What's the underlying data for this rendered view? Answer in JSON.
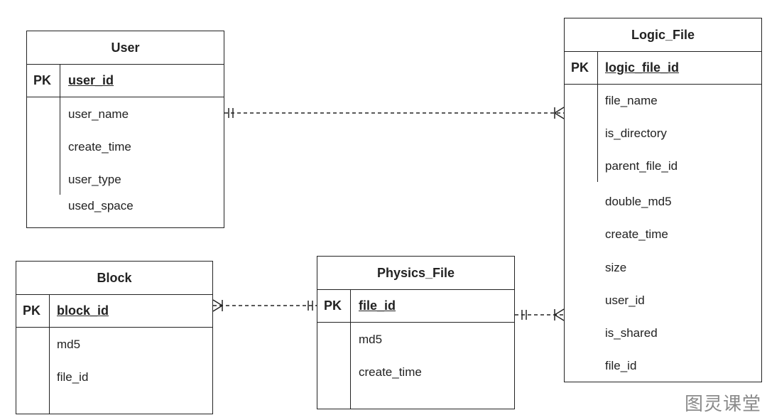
{
  "entities": {
    "user": {
      "title": "User",
      "pk_label": "PK",
      "pk_field": "user_id",
      "fields": [
        "user_name",
        "create_time",
        "user_type",
        "used_space"
      ]
    },
    "logic_file": {
      "title": "Logic_File",
      "pk_label": "PK",
      "pk_field": "logic_file_id",
      "fields": [
        "file_name",
        "is_directory",
        "parent_file_id",
        "double_md5",
        "create_time",
        "size",
        "user_id",
        "is_shared",
        "file_id"
      ]
    },
    "block": {
      "title": "Block",
      "pk_label": "PK",
      "pk_field": "block_id",
      "fields": [
        "md5",
        "file_id"
      ]
    },
    "physics_file": {
      "title": "Physics_File",
      "pk_label": "PK",
      "pk_field": "file_id",
      "fields": [
        "md5",
        "create_time"
      ]
    }
  },
  "relationships": [
    {
      "from": "user",
      "from_cardinality": "one-and-only-one",
      "to": "logic_file",
      "to_cardinality": "one-or-many",
      "line_style": "dashed"
    },
    {
      "from": "block",
      "from_cardinality": "one-or-many",
      "to": "physics_file",
      "to_cardinality": "one-and-only-one",
      "line_style": "dashed"
    },
    {
      "from": "physics_file",
      "from_cardinality": "one-and-only-one",
      "to": "logic_file",
      "to_cardinality": "one-or-many",
      "line_style": "dashed"
    }
  ],
  "watermark": "图灵课堂",
  "colors": {
    "line": "#222222",
    "watermark": "#8a8a8a"
  }
}
